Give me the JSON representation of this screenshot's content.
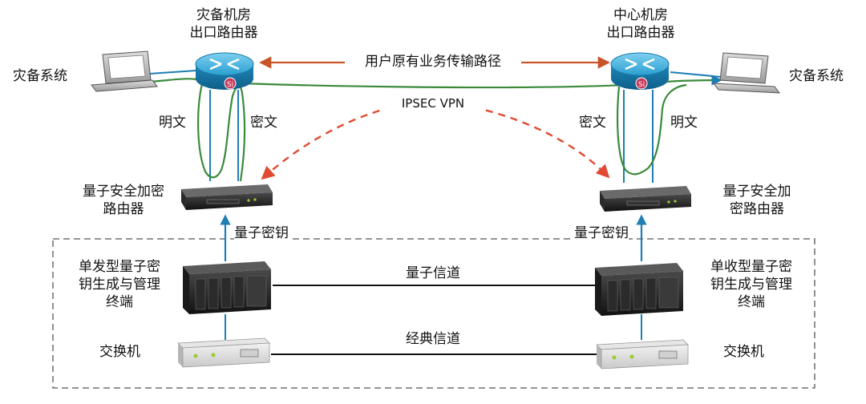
{
  "left": {
    "router_title_1": "灾备机房",
    "router_title_2": "出口路由器",
    "pc_label": "灾备系统",
    "plain_label": "明文",
    "cipher_label": "密文",
    "encryptor_label_1": "量子安全加密",
    "encryptor_label_2": "路由器",
    "key_label": "量子密钥",
    "server_label_1": "单发型量子密",
    "server_label_2": "钥生成与管理",
    "server_label_3": "终端",
    "switch_label": "交换机"
  },
  "right": {
    "router_title_1": "中心机房",
    "router_title_2": "出口路由器",
    "pc_label": "灾备系统",
    "plain_label": "明文",
    "cipher_label": "密文",
    "encryptor_label_1": "量子安全加",
    "encryptor_label_2": "密路由器",
    "key_label": "量子密钥",
    "server_label_1": "单收型量子密",
    "server_label_2": "钥生成与管理",
    "server_label_3": "终端",
    "switch_label": "交换机"
  },
  "links": {
    "business_path": "用户原有业务传输路径",
    "ipsec_vpn": "IPSEC VPN",
    "quantum_channel": "量子信道",
    "classic_channel": "经典信道"
  },
  "router_badge": "Si",
  "colors": {
    "router_blue": "#2a9fd0",
    "orange_arrow": "#c8552a",
    "red_dashed": "#e04a32",
    "green_line": "#3a8a3a",
    "cable_blue": "#1e7fb3",
    "dashed_box": "#555555"
  }
}
